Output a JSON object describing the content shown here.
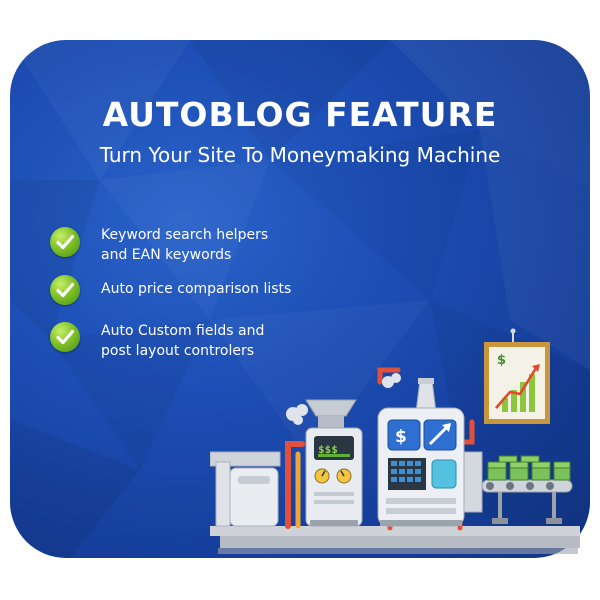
{
  "title": "AUTOBLOG FEATURE",
  "subtitle": "Turn Your Site To Moneymaking Machine",
  "features": [
    {
      "line1": "Keyword search helpers",
      "line2": "and EAN keywords",
      "icon": "checkmark-icon"
    },
    {
      "line1": "Auto price comparison lists",
      "line2": "",
      "icon": "checkmark-icon"
    },
    {
      "line1": "Auto Custom fields and",
      "line2": "post layout controlers",
      "icon": "checkmark-icon"
    }
  ],
  "colors": {
    "background": "#1d4fb6",
    "check_green": "#7fc228",
    "text": "#ffffff"
  }
}
